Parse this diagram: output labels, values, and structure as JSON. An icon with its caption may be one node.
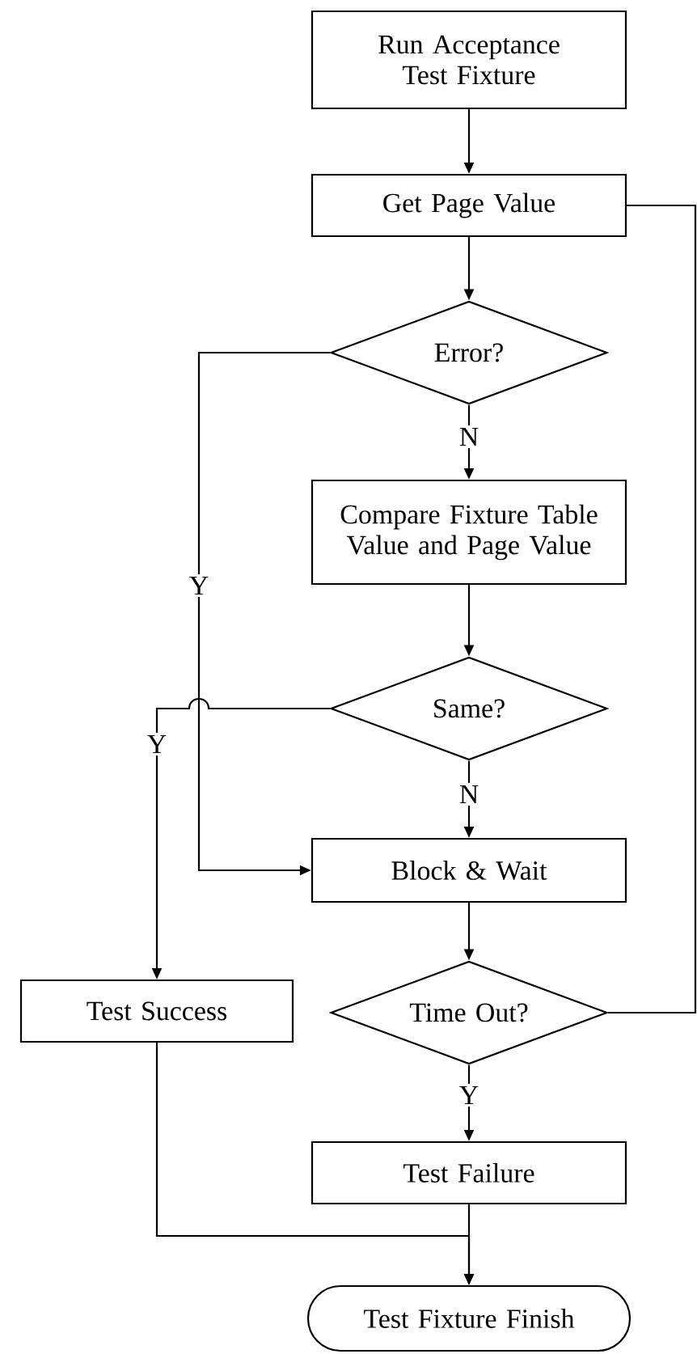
{
  "diagram": {
    "nodes": [
      {
        "text": [
          "Run Acceptance Test Fixture"
        ]
      },
      {
        "text": [
          "Get Page Value"
        ]
      },
      {
        "text": [
          "Error?"
        ]
      },
      {
        "text": [
          "Compare Fixture Table Value and Page Value"
        ]
      },
      {
        "text": [
          "Same?"
        ]
      },
      {
        "text": [
          "Block & Wait"
        ]
      },
      {
        "text": [
          "Time Out?"
        ]
      },
      {
        "text": [
          "Test Success"
        ]
      },
      {
        "text": [
          "Test Failure"
        ]
      },
      {
        "text": [
          "Test Fixture Finish"
        ]
      }
    ],
    "edges": [
      {
        "from": 0,
        "to": 1,
        "arrow": "to"
      },
      {
        "from": 1,
        "to": 2,
        "arrow": "to"
      },
      {
        "from": 2,
        "to": 3,
        "arrow": "to",
        "label": "N"
      },
      {
        "from": 3,
        "to": 4,
        "arrow": "to"
      },
      {
        "from": 4,
        "to": 5,
        "arrow": "to",
        "label": "N"
      },
      {
        "from": 5,
        "to": 6,
        "arrow": "to"
      },
      {
        "from": 6,
        "to": 8,
        "arrow": "to",
        "label": "Y"
      },
      {
        "from": 8,
        "to": 9,
        "arrow": "to"
      },
      {
        "from": 2,
        "to": 5,
        "arrow": "to",
        "label": "Y"
      },
      {
        "from": 4,
        "to": 7,
        "arrow": "to",
        "label": "Y"
      },
      {
        "from": 7,
        "to": 9,
        "arrow": "to"
      },
      {
        "from": 6,
        "to": 1,
        "arrow": "none"
      }
    ]
  }
}
